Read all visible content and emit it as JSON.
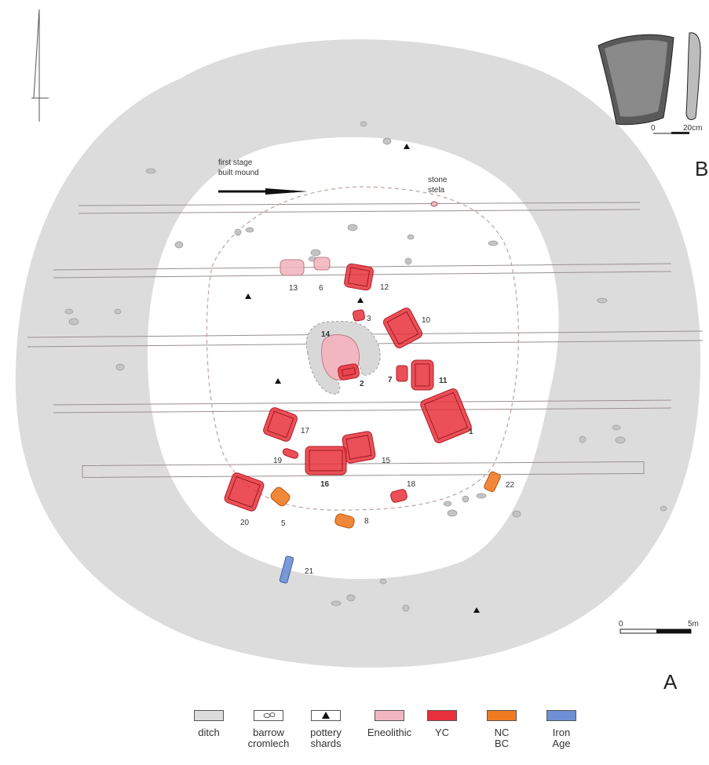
{
  "colors": {
    "ditch": "#dcdcdc",
    "eneolithic": "#f2b6c0",
    "yc": "#e8303a",
    "nc": "#f07a22",
    "iron_age": "#6e8fd6",
    "stone": "#c4c4c4"
  },
  "annotations": {
    "first_stage": "first stage\nbuilt mound",
    "stone_stela": "stone\nstela"
  },
  "panels": {
    "a": "A",
    "b": "B"
  },
  "scales": {
    "plan_start": "0",
    "plan_end": "5m",
    "stela_start": "0",
    "stela_end": "20cm"
  },
  "graves": [
    {
      "id": "1",
      "culture": "yc"
    },
    {
      "id": "2",
      "culture": "yc"
    },
    {
      "id": "3",
      "culture": "yc"
    },
    {
      "id": "5",
      "culture": "nc"
    },
    {
      "id": "6",
      "culture": "eneolithic"
    },
    {
      "id": "7",
      "culture": "yc"
    },
    {
      "id": "8",
      "culture": "nc"
    },
    {
      "id": "10",
      "culture": "yc"
    },
    {
      "id": "11",
      "culture": "yc"
    },
    {
      "id": "12",
      "culture": "yc"
    },
    {
      "id": "13",
      "culture": "eneolithic"
    },
    {
      "id": "14",
      "culture": "eneolithic"
    },
    {
      "id": "15",
      "culture": "yc"
    },
    {
      "id": "16",
      "culture": "yc"
    },
    {
      "id": "17",
      "culture": "yc"
    },
    {
      "id": "18",
      "culture": "yc"
    },
    {
      "id": "19",
      "culture": "yc"
    },
    {
      "id": "20",
      "culture": "yc"
    },
    {
      "id": "21",
      "culture": "iron_age"
    },
    {
      "id": "22",
      "culture": "nc"
    }
  ],
  "legend": [
    {
      "key": "ditch",
      "label": "ditch"
    },
    {
      "key": "barrow",
      "label": "barrow\ncromlech"
    },
    {
      "key": "pottery",
      "label": "pottery\nshards"
    },
    {
      "key": "eneolithic",
      "label": "Eneolithic"
    },
    {
      "key": "yc",
      "label": "YC"
    },
    {
      "key": "nc",
      "label": "NC\nBC"
    },
    {
      "key": "iron",
      "label": "Iron\nAge"
    }
  ]
}
